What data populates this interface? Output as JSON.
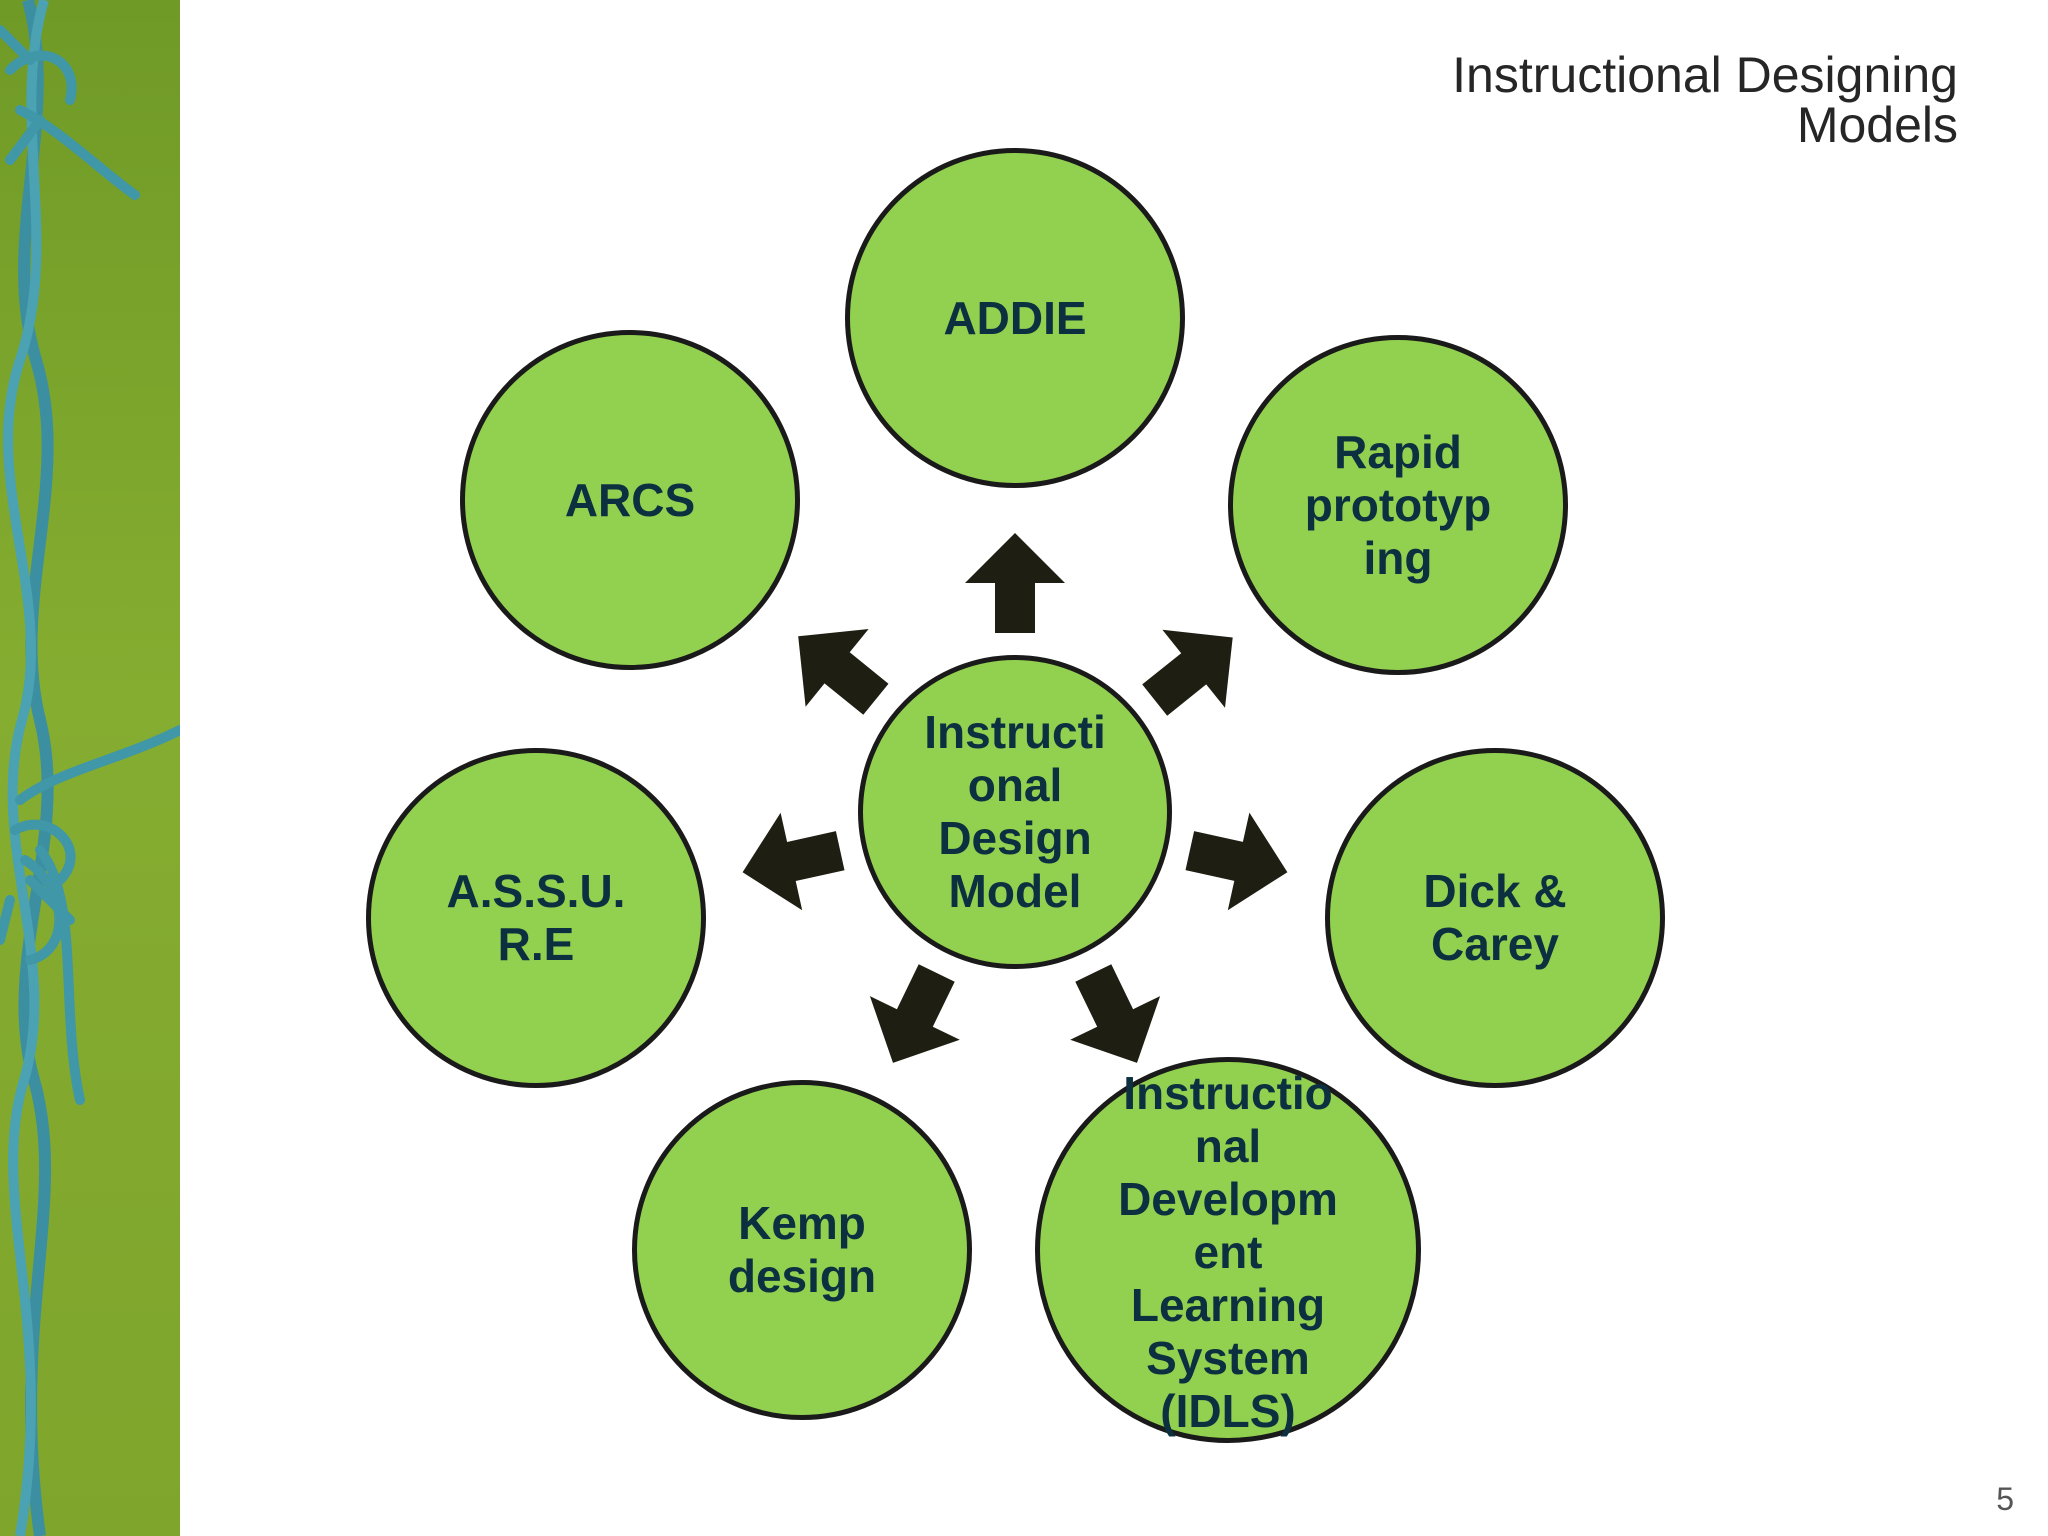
{
  "slide": {
    "title_line1": "Instructional Designing",
    "title_line2": "Models",
    "page_number": "5"
  },
  "diagram": {
    "center": {
      "label": "Instructi\nonal\nDesign\nModel"
    },
    "nodes": [
      {
        "id": "addie",
        "label": "ADDIE"
      },
      {
        "id": "rapid-prototyping",
        "label": "Rapid\nprototyp\ning"
      },
      {
        "id": "dick-carey",
        "label": "Dick &\nCarey"
      },
      {
        "id": "idls",
        "label": "Instructio\nnal\nDevelopm\nent\nLearning\nSystem\n(IDLS)"
      },
      {
        "id": "kemp-design",
        "label": "Kemp\ndesign"
      },
      {
        "id": "assure",
        "label": "A.S.S.U.\nR.E"
      },
      {
        "id": "arcs",
        "label": "ARCS"
      }
    ],
    "colors": {
      "node_fill": "#92d050",
      "node_border": "#1a1a1a",
      "label_text": "#0d3040",
      "arrow_fill": "#1e1e12"
    }
  }
}
